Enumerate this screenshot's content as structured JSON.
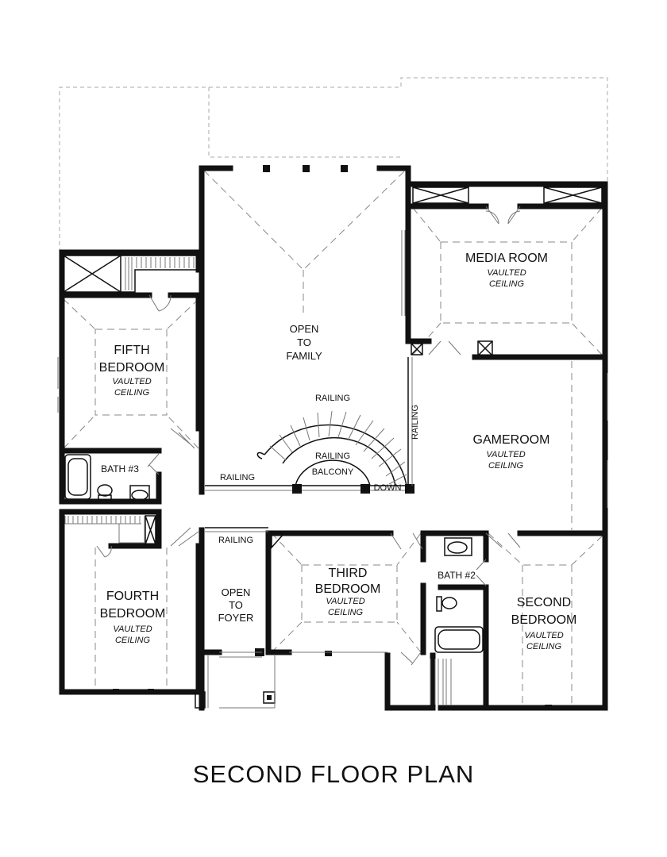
{
  "title": "SECOND FLOOR PLAN",
  "rooms": {
    "media": {
      "name": "MEDIA ROOM",
      "note1": "VAULTED",
      "note2": "CEILING"
    },
    "open_family": {
      "line1": "OPEN",
      "line2": "TO",
      "line3": "FAMILY"
    },
    "fifth": {
      "line1": "FIFTH",
      "line2": "BEDROOM",
      "note1": "VAULTED",
      "note2": "CEILING"
    },
    "gameroom": {
      "name": "GAMEROOM",
      "note1": "VAULTED",
      "note2": "CEILING"
    },
    "bath3": {
      "name": "BATH #3"
    },
    "fourth": {
      "line1": "FOURTH",
      "line2": "BEDROOM",
      "note1": "VAULTED",
      "note2": "CEILING"
    },
    "open_foyer": {
      "line1": "OPEN",
      "line2": "TO",
      "line3": "FOYER"
    },
    "third": {
      "line1": "THIRD",
      "line2": "BEDROOM",
      "note1": "VAULTED",
      "note2": "CEILING"
    },
    "bath2": {
      "name": "BATH #2"
    },
    "second": {
      "line1": "SECOND",
      "line2": "BEDROOM",
      "note1": "VAULTED",
      "note2": "CEILING"
    }
  },
  "annotations": {
    "railing": "RAILING",
    "balcony": "BALCONY",
    "down": "DOWN"
  }
}
